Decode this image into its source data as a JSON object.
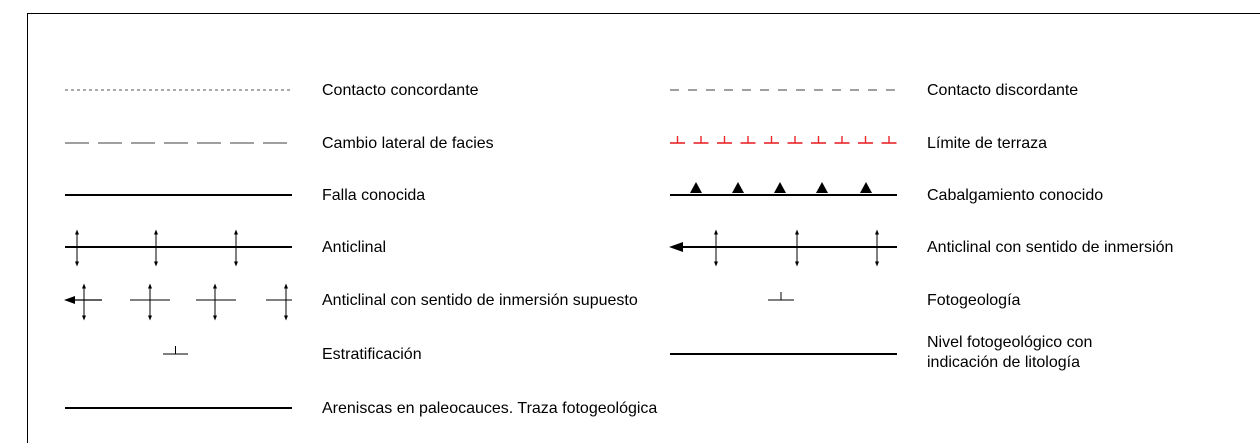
{
  "legend": {
    "left": [
      {
        "key": "contacto-concordante",
        "label": "Contacto concordante",
        "symbol": "dotted-line"
      },
      {
        "key": "cambio-lateral-facies",
        "label": "Cambio lateral de facies",
        "symbol": "long-dash-line"
      },
      {
        "key": "falla-conocida",
        "label": "Falla conocida",
        "symbol": "solid-line"
      },
      {
        "key": "anticlinal",
        "label": "Anticlinal",
        "symbol": "anticline"
      },
      {
        "key": "anticlinal-inmersion-supuesto",
        "label": "Anticlinal con sentido de inmersión supuesto",
        "symbol": "anticline-plunge-supposed"
      },
      {
        "key": "estratificacion",
        "label": "Estratificación",
        "symbol": "bedding-tick"
      },
      {
        "key": "areniscas-paleocauces",
        "label": "Areniscas en paleocauces. Traza fotogeológica",
        "symbol": "solid-line"
      }
    ],
    "right": [
      {
        "key": "contacto-discordante",
        "label": "Contacto discordante",
        "symbol": "dashed-line"
      },
      {
        "key": "limite-terraza",
        "label": "Límite de terraza",
        "symbol": "terrace-limit",
        "color": "#e8262b"
      },
      {
        "key": "cabalgamiento-conocido",
        "label": "Cabalgamiento conocido",
        "symbol": "thrust"
      },
      {
        "key": "anticlinal-inmersion",
        "label": "Anticlinal con sentido de inmersión",
        "symbol": "anticline-plunge"
      },
      {
        "key": "fotogeologia",
        "label": "Fotogeología",
        "symbol": "bedding-tick"
      },
      {
        "key": "nivel-fotogeologico",
        "label": "Nivel fotogeológico con",
        "label2": "indicación de litología",
        "symbol": "solid-line"
      }
    ]
  },
  "colors": {
    "line": "#000000",
    "dotted": "#777777",
    "dashed": "#666666",
    "terrace": "#e8262b"
  }
}
